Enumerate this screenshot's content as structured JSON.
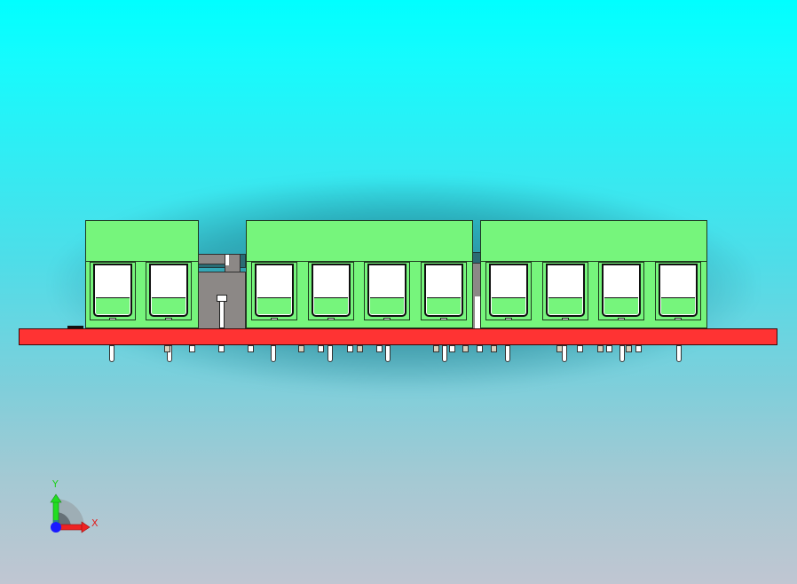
{
  "viewport": {
    "type": "3D CAD model view",
    "view": "front",
    "background_gradient": [
      "#00ffff",
      "#c0c6d2"
    ]
  },
  "model": {
    "pcb": {
      "color": "#ff3333"
    },
    "terminal_blocks": [
      {
        "id": "tb1",
        "positions": 2,
        "color": "#76f57c"
      },
      {
        "id": "tb2",
        "positions": 4,
        "color": "#76f57c"
      },
      {
        "id": "tb3",
        "positions": 4,
        "color": "#76f57c"
      }
    ],
    "component_color_grey": "#8c8886"
  },
  "triad": {
    "x_label": "X",
    "y_label": "Y",
    "x_color": "#e02020",
    "y_color": "#20d020",
    "origin_color": "#1a1aff"
  }
}
